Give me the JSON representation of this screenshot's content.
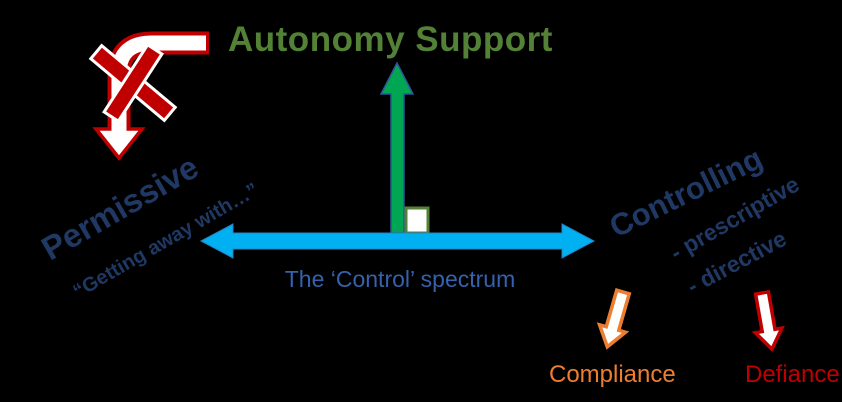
{
  "title": "The Control spectrum diagram",
  "colors": {
    "background": "#000000",
    "autonomy_green": "#538135",
    "arrow_green": "#00A651",
    "arrow_green_outline": "#2E5597",
    "spectrum_cyan": "#00B0F0",
    "spectrum_cyan_outline": "#2383C4",
    "navy": "#1F3864",
    "spectrum_text_blue": "#3561AD",
    "orange": "#ED7D31",
    "red": "#C00000",
    "white": "#FFFFFF",
    "square_outline": "#538135"
  },
  "labels": {
    "autonomy_support": "Autonomy Support",
    "permissive": "Permissive",
    "permissive_quote": "“Getting away with…”",
    "spectrum": "The ‘Control’ spectrum",
    "controlling": "Controlling",
    "prescriptive": "- prescriptive",
    "directive": "- directive",
    "compliance": "Compliance",
    "defiance": "Defiance"
  },
  "icons": {
    "autonomy_arrow": "green-arrow-up",
    "spectrum_arrow": "cyan-double-headed-horizontal-arrow",
    "right_angle_marker": "right-angle-square",
    "rejected_path_arrow": "white-elbow-arrow-curving-down",
    "rejection_x": "red-x-cross",
    "compliance_arrow": "white-arrow-down-left-orange-outline",
    "defiance_arrow": "white-arrow-down-right-red-outline"
  }
}
